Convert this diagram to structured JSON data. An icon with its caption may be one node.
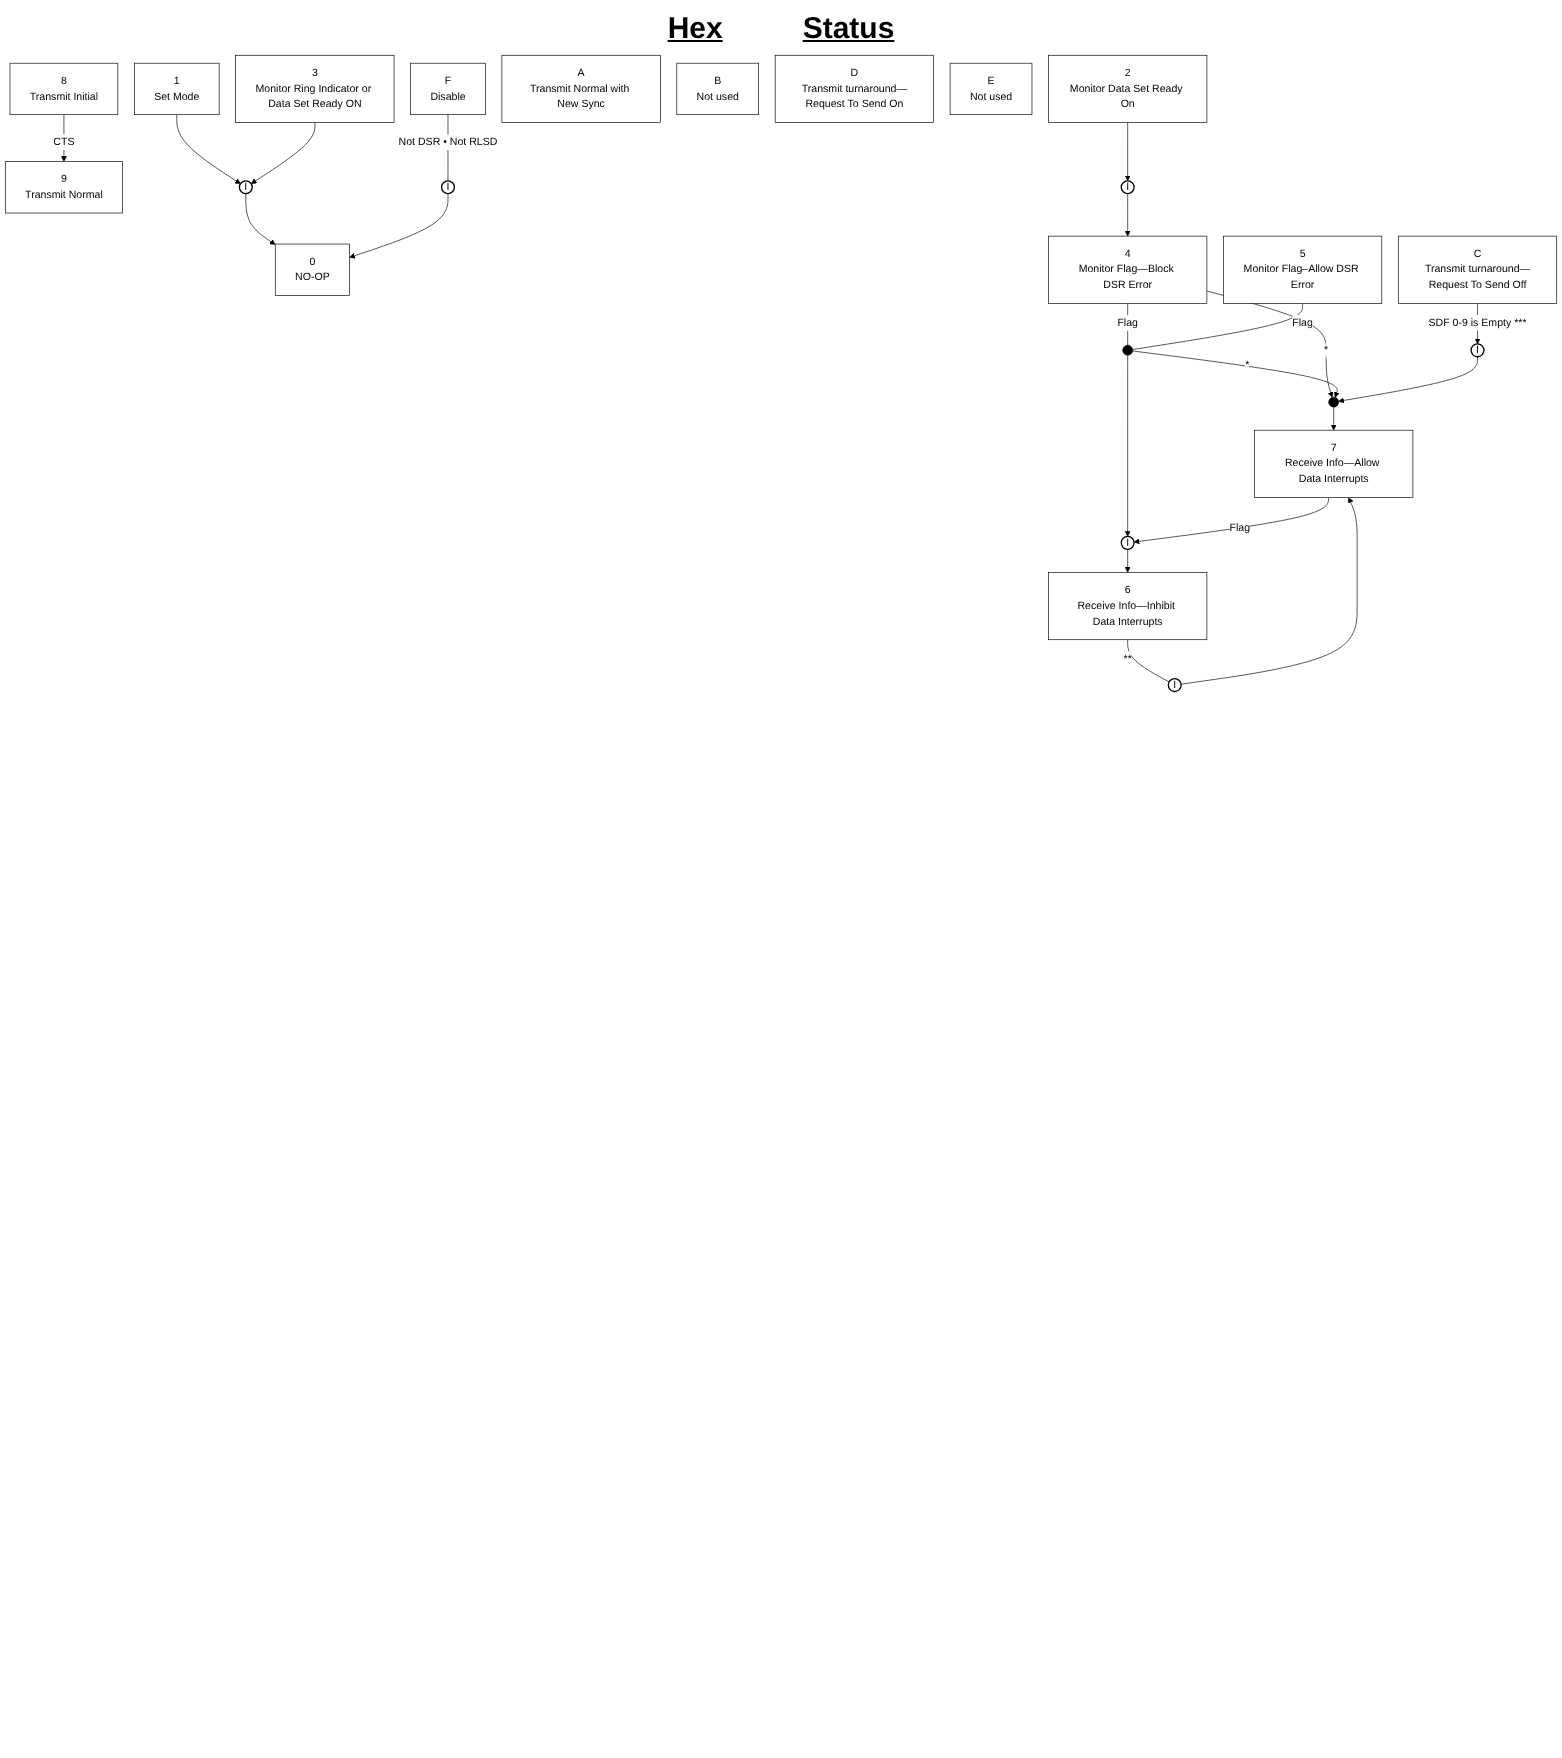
{
  "diagram": {
    "nodes": [
      {
        "text": [
          "0",
          "NO-OP"
        ]
      },
      {
        "text": [
          "1",
          "Set Mode"
        ]
      },
      {
        "text": [
          "2",
          "Monitor Data Set Ready On"
        ]
      },
      {
        "text": [
          "3",
          "Monitor Ring Indicator or Data Set Ready ON"
        ]
      },
      {
        "text": [
          "4",
          "Monitor Flag—Block DSR Error"
        ]
      },
      {
        "text": [
          "5",
          "Monitor Flag–Allow DSR Error"
        ]
      },
      {
        "text": [
          "6",
          "Receive Info—Inhibit Data Interrupts"
        ]
      },
      {
        "text": [
          "7",
          "Receive Info—Allow Data Interrupts"
        ]
      },
      {
        "text": [
          "8",
          "Transmit Initial"
        ]
      },
      {
        "text": [
          "9",
          "Transmit Normal"
        ]
      },
      {
        "text": [
          "A",
          "Transmit Normal with New Sync"
        ]
      },
      {
        "text": [
          "B",
          "Not used"
        ]
      },
      {
        "text": [
          "C",
          "Transmit turnaround—Request To Send Off"
        ]
      },
      {
        "text": [
          "D",
          "Transmit turnaround—Request To Send On"
        ]
      },
      {
        "text": [
          "E",
          "Not used"
        ]
      },
      {
        "text": [
          "F",
          "Disable"
        ]
      },
      {
        "text": [
          "I"
        ]
      },
      {
        "text": [
          "I"
        ]
      },
      {
        "text": [
          "I"
        ]
      },
      {
        "text": [
          "I"
        ]
      },
      {
        "text": [
          "I"
        ]
      },
      {
        "text": [
          "I"
        ]
      },
      {
        "text": [],
        "shape": "circle"
      },
      {
        "text": [],
        "shape": "circle"
      }
    ],
    "edges": [
      {
        "from": 1,
        "to": 16,
        "arrow": "to"
      },
      {
        "from": 3,
        "to": 16,
        "arrow": "to"
      },
      {
        "from": 16,
        "to": 0,
        "arrow": "to"
      },
      {
        "from": 2,
        "to": 17,
        "arrow": "to"
      },
      {
        "from": 17,
        "to": 4,
        "arrow": "to"
      },
      {
        "from": 4,
        "to": 22,
        "label": "*",
        "arrow": "to"
      },
      {
        "from": 4,
        "to": 23,
        "label": "Flag",
        "arrow": "none"
      },
      {
        "from": 5,
        "to": 23,
        "label": "Flag",
        "arrow": "none"
      },
      {
        "from": 23,
        "to": 22,
        "label": "*",
        "arrow": "to"
      },
      {
        "from": 23,
        "to": 18,
        "arrow": "to"
      },
      {
        "from": 21,
        "to": 22,
        "arrow": "to"
      },
      {
        "from": 22,
        "to": 7,
        "arrow": "to"
      },
      {
        "from": 7,
        "to": 18,
        "label": "Flag",
        "arrow": "to"
      },
      {
        "from": 18,
        "to": 6,
        "arrow": "to"
      },
      {
        "from": 6,
        "to": 19,
        "label": "**",
        "arrow": "none"
      },
      {
        "from": 19,
        "to": 7,
        "arrow": "to"
      },
      {
        "from": 8,
        "to": 9,
        "label": "CTS",
        "arrow": "to"
      },
      {
        "from": 12,
        "to": 21,
        "label": "SDF 0-9 is Empty ***",
        "arrow": "to"
      },
      {
        "from": 15,
        "to": 20,
        "label": "Not DSR • Not RLSD",
        "arrow": "none"
      },
      {
        "from": 20,
        "to": 0,
        "arrow": "to"
      }
    ],
    "labels": [
      "Hex",
      "Status"
    ]
  }
}
